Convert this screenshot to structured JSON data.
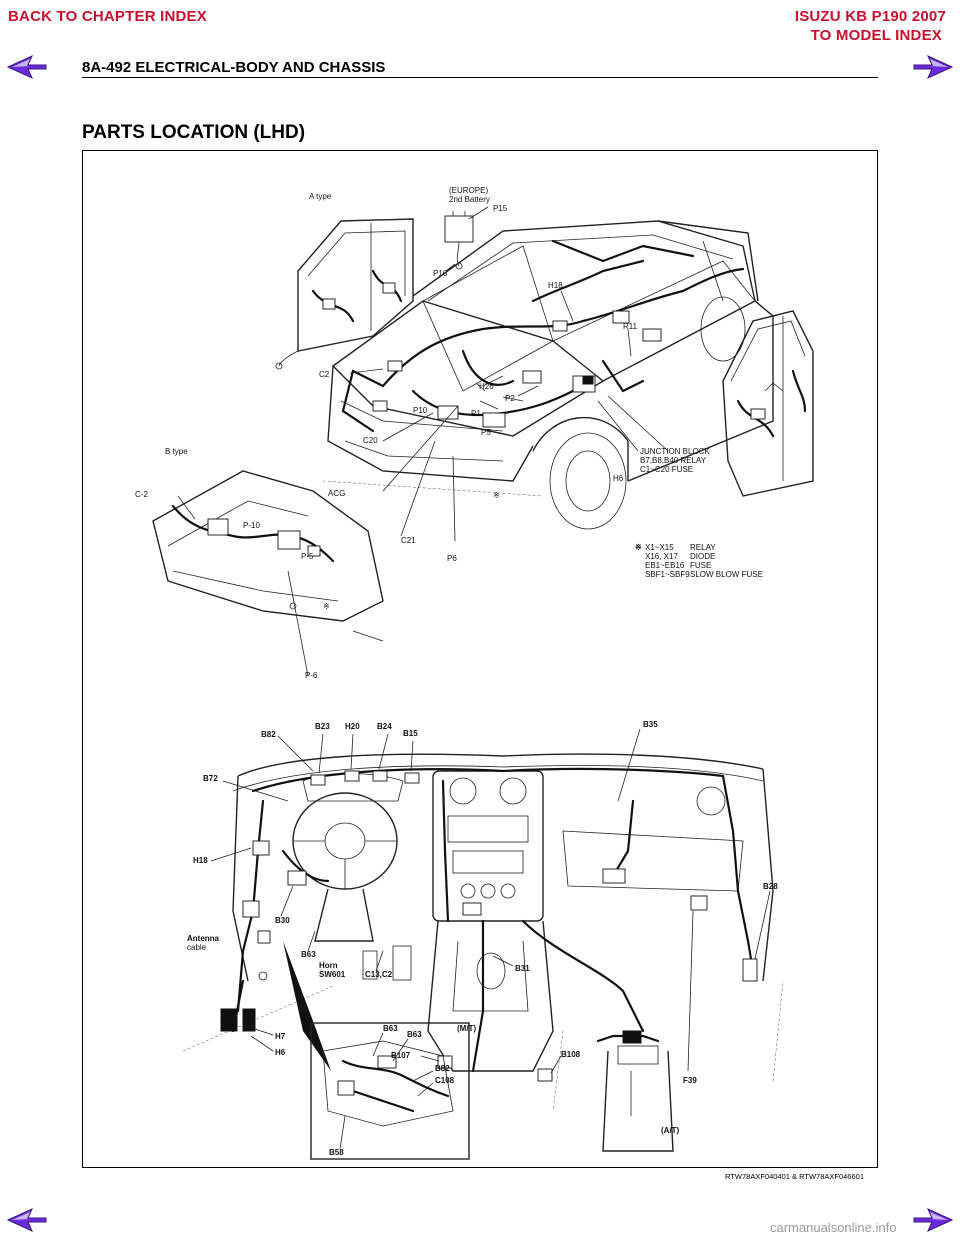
{
  "nav": {
    "back_chapter": "BACK TO CHAPTER INDEX",
    "model_line1": "ISUZU KB P190 2007",
    "model_line2": "TO MODEL INDEX"
  },
  "header": {
    "title": "8A-492  ELECTRICAL-BODY AND CHASSIS"
  },
  "section": {
    "title": "PARTS LOCATION (LHD)"
  },
  "figure": {
    "caption": "RTW78AXF040401 & RTW78AXF046601",
    "top_labels": {
      "a_type": "A type",
      "europe": "(EUROPE)",
      "second_battery": "2nd Battery",
      "p15": "P15",
      "p16": "P16",
      "h18": "H18",
      "r11": "R11",
      "c2": "C2",
      "h26": "H26",
      "p2": "P2",
      "p1": "P1",
      "p10": "P10",
      "p5": "P5",
      "c20": "C20",
      "b_type": "B type",
      "c2b": "C-2",
      "acg": "ACG",
      "p10b": "P-10",
      "p5b": "P-5",
      "c21": "C21",
      "p6": "P6",
      "p6b": "P-6",
      "h6": "H6",
      "star": "※",
      "junction_1": "JUNCTION BLOCK",
      "junction_2": "B7,B8,B40 RELAY",
      "junction_3": "C1~C20 FUSE"
    },
    "legend": {
      "mark": "※",
      "rows": [
        {
          "code": "X1~X15",
          "desc": "RELAY"
        },
        {
          "code": "X16, X17",
          "desc": "DIODE"
        },
        {
          "code": "EB1~EB16",
          "desc": "FUSE"
        },
        {
          "code": "SBF1~SBF9",
          "desc": "SLOW BLOW FUSE"
        }
      ]
    },
    "bottom_labels": {
      "b82": "B82",
      "b23": "B23",
      "h20": "H20",
      "b24": "B24",
      "b15": "B15",
      "b35": "B35",
      "b72": "B72",
      "h18": "H18",
      "b30": "B30",
      "b28": "B28",
      "antenna1": "Antenna",
      "antenna2": "cable",
      "b63": "B63",
      "horn1": "Horn",
      "horn2": "SW601",
      "c13": "C13,C2",
      "b31": "B31",
      "b107": "B107",
      "mt": "(M/T)",
      "b108": "B108",
      "f39": "F39",
      "h7": "H7",
      "h6": "H6",
      "inset_b63": "B63",
      "inset_b63b": "B63",
      "inset_b82": "B82",
      "inset_c108": "C108",
      "inset_b58": "B58",
      "at": "(A/T)"
    }
  },
  "footer": {
    "watermark": "carmanualsonline.info"
  },
  "colors": {
    "nav_red": "#c8102e",
    "arrow_fill": "#6c2bd9",
    "arrow_light": "#c7b2f2"
  }
}
